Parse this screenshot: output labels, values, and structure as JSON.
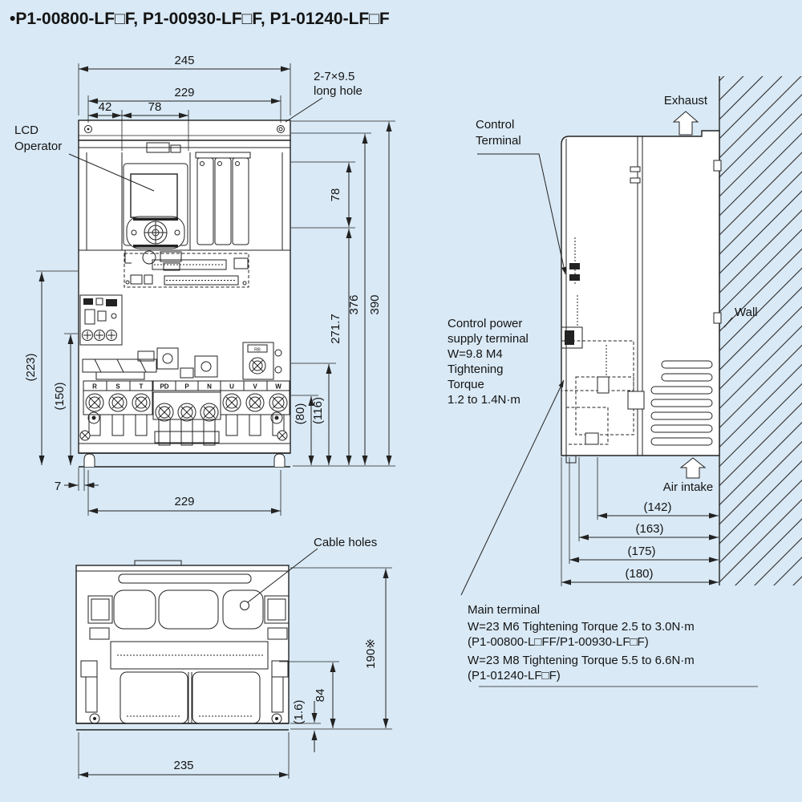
{
  "title": "•P1-00800-LF□F, P1-00930-LF□F, P1-01240-LF□F",
  "colors": {
    "background": "#d9e9f5",
    "ink": "#1f1f1f"
  },
  "front_view": {
    "label_lcd": [
      "LCD",
      "Operator"
    ],
    "label_long_hole": [
      "2-7×9.5",
      "long hole"
    ],
    "dim_width_overall": "245",
    "dim_width_holes_top": "229",
    "dim_42": "42",
    "dim_78_top": "78",
    "dim_height_overall": "390",
    "dim_376": "376",
    "dim_78_right": "78",
    "dim_271_7": "271.7",
    "dim_116": "(116)",
    "dim_80": "(80)",
    "dim_223": "(223)",
    "dim_150": "(150)",
    "dim_7": "7",
    "dim_width_holes_bottom": "229",
    "terminal_labels": [
      "R",
      "S",
      "T",
      "PD",
      "P",
      "N",
      "U",
      "V",
      "W"
    ],
    "terminal_rb": "RB"
  },
  "side_view": {
    "label_exhaust": "Exhaust",
    "label_control_terminal": [
      "Control",
      "Terminal"
    ],
    "label_control_power": [
      "Control power",
      "supply terminal",
      "W=9.8 M4",
      "Tightening",
      "Torque",
      "1.2 to 1.4N·m"
    ],
    "label_wall": "Wall",
    "label_air_intake": "Air intake",
    "dim_142": "(142)",
    "dim_163": "(163)",
    "dim_175": "(175)",
    "dim_180": "(180)",
    "main_terminal_note": [
      "Main terminal",
      "W=23 M6 Tightening Torque 2.5 to 3.0N·m",
      "(P1-00800-L□FF/P1-00930-LF□F)",
      "W=23 M8 Tightening Torque 5.5 to 6.6N·m",
      "(P1-01240-LF□F)"
    ]
  },
  "bottom_view": {
    "label_cable_holes": "Cable holes",
    "dim_depth": "190※",
    "dim_84": "84",
    "dim_1_6": "(1.6)",
    "dim_width": "235"
  }
}
